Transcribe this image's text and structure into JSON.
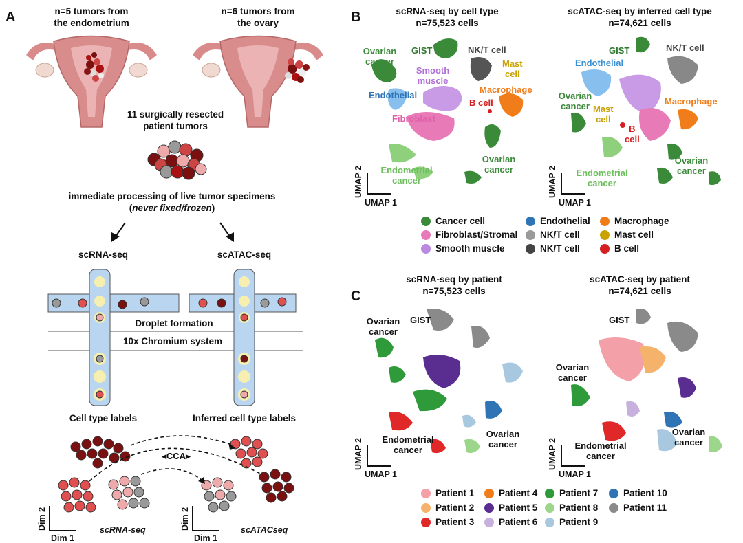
{
  "panelA": {
    "letter": "A",
    "endo_title": "n=5 tumors from\nthe endometrium",
    "ovary_title": "n=6 tumors from\nthe ovary",
    "resected": "11 surgically resected\npatient tumors",
    "processing": "immediate processing of live tumor specimens",
    "never_fixed": "never fixed/frozen",
    "paren_open": "(",
    "paren_close": ")",
    "scrna": "scRNA-seq",
    "scatac": "scATAC-seq",
    "droplet": "Droplet formation",
    "chromium": "10x Chromium system",
    "cell_type_labels": "Cell type labels",
    "inferred_labels": "Inferred cell type labels",
    "cca": "CCA",
    "dim2": "Dim 2",
    "dim1": "Dim 1",
    "scrna_italic": "scRNA-seq",
    "scatac_italic": "scATACseq"
  },
  "panelB": {
    "letter": "B",
    "left_title": "scRNA-seq by cell type\nn=75,523 cells",
    "right_title": "scATAC-seq by inferred cell type\nn=74,621 cells",
    "umap2": "UMAP 2",
    "umap1": "UMAP 1",
    "left_labels": {
      "ovarian": "Ovarian\ncancer",
      "gist": "GIST",
      "nkt": "NK/T cell",
      "mast": "Mast\ncell",
      "smooth": "Smooth\nmuscle",
      "macro": "Macrophage",
      "endothelial": "Endothelial",
      "bcell": "B cell",
      "fibro": "Fibroblast",
      "endometrial": "Endometrial\ncancer",
      "ovarian2": "Ovarian\ncancer"
    },
    "right_labels": {
      "gist": "GIST",
      "nkt": "NK/T cell",
      "endothelial": "Endothelial",
      "ovarian": "Ovarian\ncancer",
      "mast": "Mast\ncell",
      "macro": "Macrophage",
      "bcell": "B\ncell",
      "endometrial": "Endometrial\ncancer",
      "ovarian2": "Ovarian\ncancer"
    },
    "legend": [
      {
        "label": "Cancer cell",
        "color": "#3a8a3a"
      },
      {
        "label": "Fibroblast/Stromal",
        "color": "#e87ab8"
      },
      {
        "label": "Smooth muscle",
        "color": "#b98ae0"
      },
      {
        "label": "Endothelial",
        "color": "#2f74b5"
      },
      {
        "label": "NK/T cell",
        "color": "#9a9a9a"
      },
      {
        "label": "NK/T cell",
        "color": "#444444"
      },
      {
        "label": "Macrophage",
        "color": "#f07d1a"
      },
      {
        "label": "Mast cell",
        "color": "#c9a100"
      },
      {
        "label": "B cell",
        "color": "#d42020"
      }
    ]
  },
  "panelC": {
    "letter": "C",
    "left_title": "scRNA-seq by patient\nn=75,523 cells",
    "right_title": "scATAC-seq by patient\nn=74,621 cells",
    "umap2": "UMAP 2",
    "umap1": "UMAP 1",
    "left_labels": {
      "ovarian": "Ovarian\ncancer",
      "gist": "GIST",
      "endometrial": "Endometrial\ncancer",
      "ovarian2": "Ovarian\ncancer"
    },
    "right_labels": {
      "gist": "GIST",
      "ovarian": "Ovarian\ncancer",
      "endometrial": "Endometrial\ncancer",
      "ovarian2": "Ovarian\ncancer"
    },
    "legend": [
      {
        "label": "Patient 1",
        "color": "#f4a0a8"
      },
      {
        "label": "Patient 2",
        "color": "#f5b26b"
      },
      {
        "label": "Patient 3",
        "color": "#e02828"
      },
      {
        "label": "Patient 4",
        "color": "#f07d1a"
      },
      {
        "label": "Patient 5",
        "color": "#5a2d91"
      },
      {
        "label": "Patient 6",
        "color": "#c7b0de"
      },
      {
        "label": "Patient 7",
        "color": "#2f9a3a"
      },
      {
        "label": "Patient 8",
        "color": "#9bd68a"
      },
      {
        "label": "Patient 9",
        "color": "#a8c8e0"
      },
      {
        "label": "Patient 10",
        "color": "#2f74b5"
      },
      {
        "label": "Patient 11",
        "color": "#8a8a8a"
      }
    ]
  }
}
